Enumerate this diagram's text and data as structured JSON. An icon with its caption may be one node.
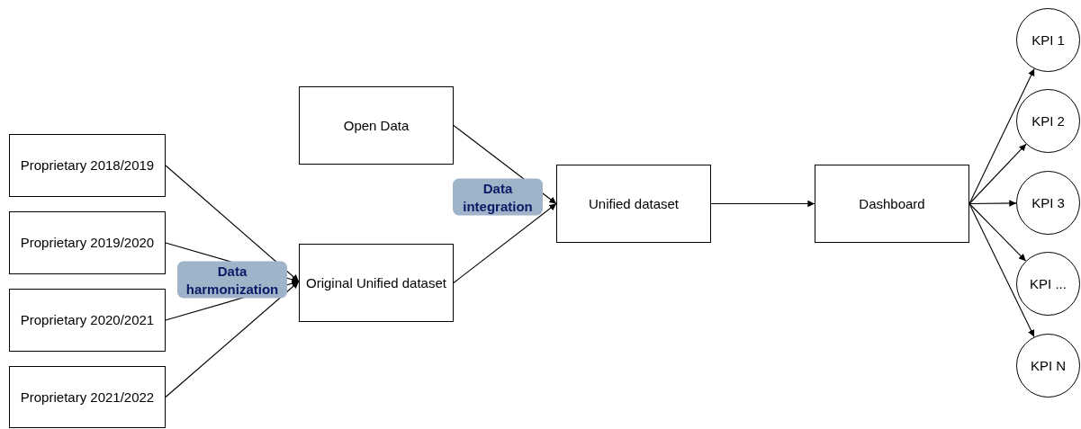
{
  "diagram": {
    "nodes": [
      {
        "text": [
          "Proprietary 2018/2019"
        ]
      },
      {
        "text": [
          "Proprietary 2019/2020"
        ]
      },
      {
        "text": [
          "Proprietary 2020/2021"
        ]
      },
      {
        "text": [
          "Proprietary 2021/2022"
        ]
      },
      {
        "text": [
          "Open Data"
        ]
      },
      {
        "text": [
          "Original Unified dataset"
        ]
      },
      {
        "text": [
          "Unified dataset"
        ]
      },
      {
        "text": [
          "Dashboard"
        ]
      },
      {
        "text": [
          "KPI 1"
        ]
      },
      {
        "text": [
          "KPI 2"
        ]
      },
      {
        "text": [
          "KPI 3"
        ]
      },
      {
        "text": [
          "KPI ..."
        ]
      },
      {
        "text": [
          "KPI N"
        ]
      }
    ],
    "edges": [
      {
        "from": 0,
        "to": 5,
        "arrow": "to"
      },
      {
        "from": 1,
        "to": 5,
        "arrow": "to",
        "label": "Data harmonization"
      },
      {
        "from": 2,
        "to": 5,
        "arrow": "to"
      },
      {
        "from": 3,
        "to": 5,
        "arrow": "to"
      },
      {
        "from": 4,
        "to": 6,
        "arrow": "to",
        "label": "Data integration"
      },
      {
        "from": 5,
        "to": 6,
        "arrow": "to"
      },
      {
        "from": 6,
        "to": 7,
        "arrow": "to"
      },
      {
        "from": 7,
        "to": 8,
        "arrow": "to"
      },
      {
        "from": 7,
        "to": 9,
        "arrow": "to"
      },
      {
        "from": 7,
        "to": 10,
        "arrow": "to"
      },
      {
        "from": 7,
        "to": 11,
        "arrow": "to"
      },
      {
        "from": 7,
        "to": 12,
        "arrow": "to"
      }
    ]
  }
}
